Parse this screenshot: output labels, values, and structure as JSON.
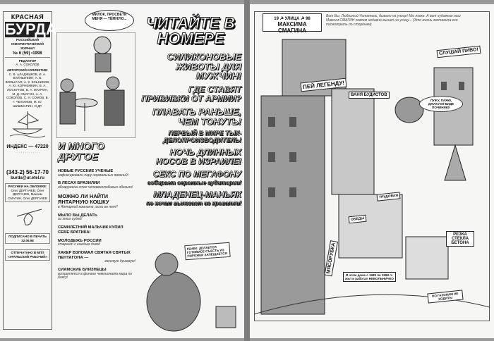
{
  "left_page": {
    "masthead": {
      "logo_top": "КРАСНАЯ",
      "logo_main": "БУРДА",
      "subtitle": "РОССИЙСКИЙ ЮМОРИСТИЧЕСКИЙ ЖУРНАЛ",
      "issue": "№ 6 (59) •1998",
      "editor_label": "РЕДАКТОР",
      "editor": "А. А. СОКОЛОВ",
      "authors_label": "АВТОРСКИЙ КОЛЛЕКТИВ:",
      "authors": "С. В. АЛАДЖИКОВ, И. А. ВАЙНШТЕЙН, А. В. ВОЛЬНЧУК, А. К. ЕЛЬНИКОВ, А. Ю. КОРНЕМКИН, В. А. ЛОСКУТОВ, В. А. МАУРИН, М. Д. СМАГИН, А. А. СОКОЛОВ, С. Н. СОМОВ, В. Г. ЧЕХОМОВ, М. Ю. ШИШМАРИН, И ДР.",
      "index": "ИНДЕКС — 47220",
      "phone": "(343-2) 56-17-70",
      "email": "burda@ur.etel.ru",
      "cover_label": "РИСУНКИ НА ОБЛОЖКЕ:",
      "cover_artists": "Олег ДЕРГАЧЕВ, Олег ДЕРГАЧЕВ, Максим СМАГИН, Олег ДЕРГАЧЕВ",
      "signed": "ПОДПИСАНО В ПЕЧАТЬ 22.06.98",
      "printed": "ОТПЕЧАТАНО В МПП «УРАЛЬСКИЙ РАБОЧИЙ»"
    },
    "cartoon_balloon": "МИЛОК, ПРОСВЕТИ МЕНЯ — ТЁМНУЮ...",
    "main_title": "ЧИТАЙТЕ В НОМЕРЕ",
    "headlines": [
      "СИЛИКОНОВЫЕ ЖИВОТЫ ДЛЯ МУЖЧИН!",
      "ГДЕ СТАВЯТ ПРИВИВКИ ОТ АРМИИ?",
      "ПЛАВАТЬ РАНЬШЕ, ЧЕМ ТОНУТЬ!",
      "ПЕРВЫЙ В МИРЕ ТЫК-ДЕЛОПРОИЗВОДИТЕЛЬ!",
      "НОЧЬ ДЛИННЫХ НОСОВ В ИЗРАИЛЕ!",
      "СЕКС ПО МЕГАФОНУ",
      "собирает огромные аудитории!",
      "МЛАДЕНЕЦ-МАНЬЯК",
      "по ночам вылезает из кроватки!"
    ],
    "and_more": "И МНОГО ДРУГОЕ",
    "news": [
      {
        "h": "НОВЫЕ РУССКИЕ УЧЕНЫЕ",
        "s": "зафиксировали пару нормальных явлений!"
      },
      {
        "h": "В ЛЕСАХ БРАЗИЛИИ",
        "s": "обнаружена стая человеколюбивых обезьян!"
      },
      {
        "h": "МОЖНО ЛИ НАЙТИ ЯНТАРНУЮ КОШКУ",
        "s": "в Янтарной комнате, если ее нет?"
      },
      {
        "h": "МЫЛО БЫ ДЕЛАТЬ",
        "s": "из этих судей!"
      },
      {
        "h": "СЕМИЛЕТНИЙ МАЛЬЧИК КУПИЛ СЕБЕ БРАТИКА!",
        "s": ""
      },
      {
        "h": "МОЛОДЕЖЬ РОССИИ",
        "s": "стареет с каждым днем!"
      },
      {
        "h": "ХАКЕР ВЗЛОМАЛ СВЯТАЯ СВЯТЫХ ПЕНТАГОНА —",
        "s": "женскую душевую!"
      },
      {
        "h": "СИАМСКИЕ БЛИЗНЕЦЫ",
        "s": "встретятся в финале чемпионата мира по боксу!"
      }
    ],
    "bear_sign": "ГЕНЕК: ДЕЛАЕТСЯ ГОТОВИСЕ СЪЕСТЬ ИЗ ПИРОЖКИ ЗАПЕЩАЕТСЯ"
  },
  "right_page": {
    "title_line1": "19 ☭ УЛИЦА ☭ 98",
    "title_line2": "МАКСИМА СМАГИНА",
    "intro": "Вот Вы, Любезный Читатель, бывали на улице! Мы тоже. А вот художник наш Максим СМАГИН совсем недавно вышел на улицу... (Это жизнь заставила его посмотреть по сторонам)",
    "signs": [
      "ПЕЙ ЛЕГЕНДУ!",
      "ВАНЯ БУДИСТОВ",
      "СЛУШАЙ ПИВО!",
      "ЛУЖУ, ПАЯЮ, ДЖАКУЗИ-БИДЕ ПОЧИНЯЮ!",
      "МЯСОРУБКА",
      "РЕЗКА СТЕКЛА БЕТОНА",
      "В этом доме с 1985 по 1998 гг. жил и работал НЕБОЛЬНИЧКО",
      "ПО ГАЗОНАМ НЕ ХОДИТЬ!",
      "ТРУДОВАЯ",
      "ОБЕДЫ"
    ]
  }
}
